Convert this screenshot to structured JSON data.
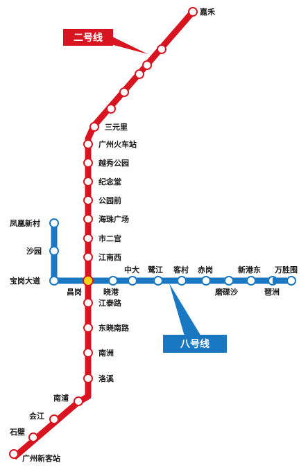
{
  "lines": {
    "line2": {
      "name": "二号线",
      "color": "#d7141f"
    },
    "line8": {
      "name": "八号线",
      "color": "#1a78c2"
    }
  },
  "stations": {
    "jiahe": "嘉禾",
    "sanyuanli": "三元里",
    "guangzhou_railway": "广州火车站",
    "yuexiu_park": "越秀公园",
    "jiniantang": "纪念堂",
    "gongyuanqian": "公园前",
    "haizhu_square": "海珠广场",
    "shiergong": "市二宫",
    "jiangnanxi": "江南西",
    "changgang": "昌岗",
    "jiangtailu": "江泰路",
    "dongxiaonanlu": "东晓南路",
    "nanzhou": "南洲",
    "luoxi": "洛溪",
    "nanpu": "南浦",
    "huijiang": "会江",
    "shibi": "石壁",
    "guangzhou_south": "广州新客站",
    "fenghuang_xincun": "凤凰新村",
    "shayuan": "沙园",
    "baogang_dadao": "宝岗大道",
    "xiaogang": "晓港",
    "zhongda": "中大",
    "lujiang": "鹭江",
    "kecun": "客村",
    "chigang": "赤岗",
    "mocasha": "磨碟沙",
    "xingangdong": "新港东",
    "pazhou": "琶洲",
    "wanshengwei": "万胜围"
  },
  "colors": {
    "interchange": "#f5d316",
    "station_fill": "#ffffff"
  }
}
